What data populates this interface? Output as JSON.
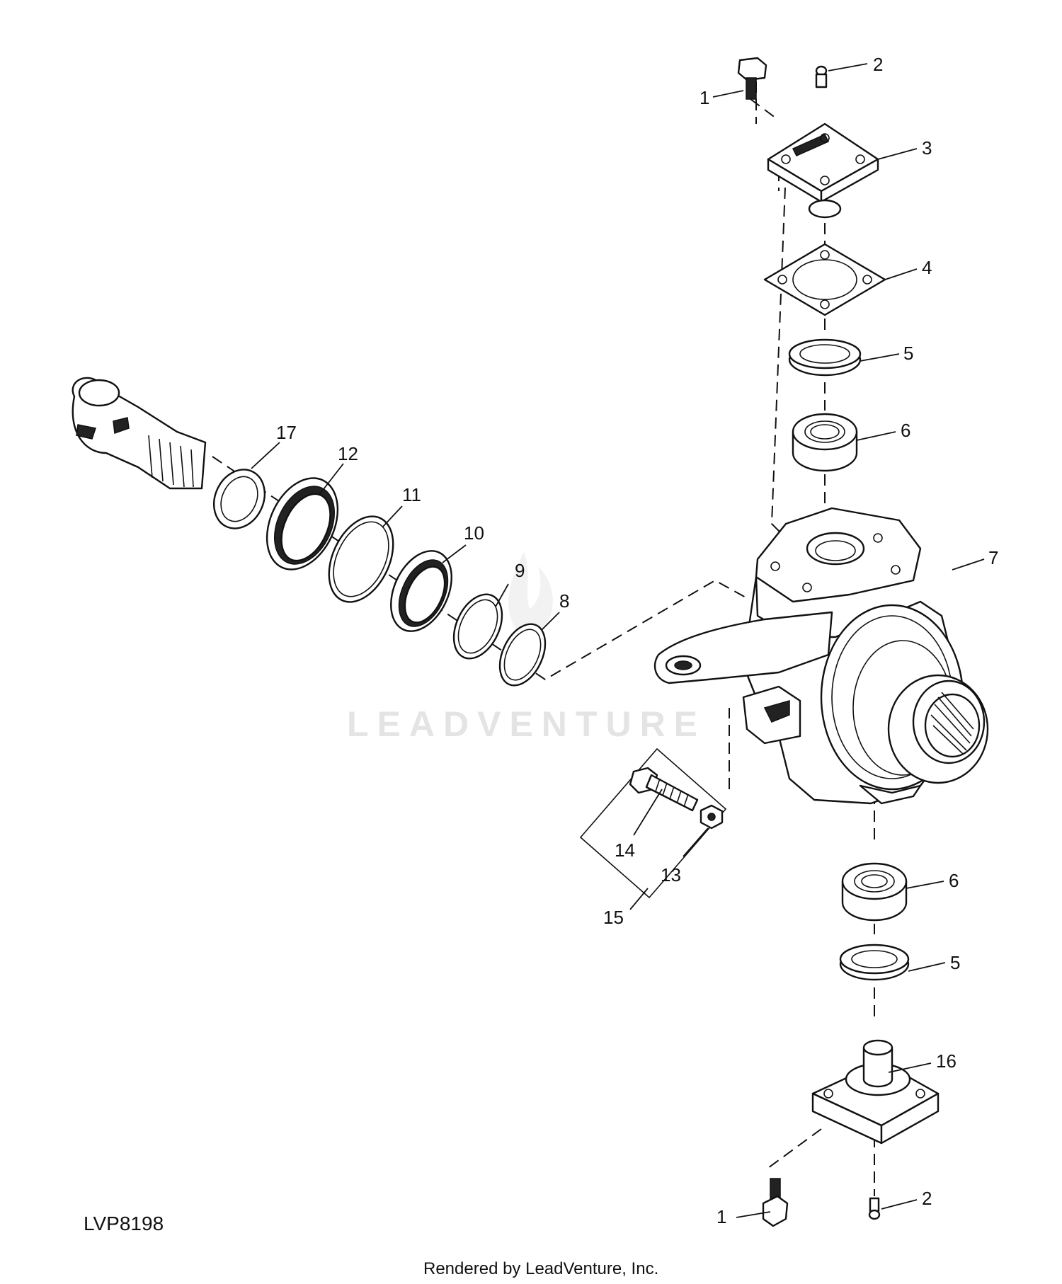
{
  "figure_id": "LVP8198",
  "footer": "Rendered by LeadVenture, Inc.",
  "watermark": "LEADVENTURE",
  "callouts": {
    "c1_top": "1",
    "c2_top": "2",
    "c3": "3",
    "c4": "4",
    "c5_top": "5",
    "c6_top": "6",
    "c7": "7",
    "c8": "8",
    "c9": "9",
    "c10": "10",
    "c11": "11",
    "c12": "12",
    "c17": "17",
    "c14": "14",
    "c13": "13",
    "c15": "15",
    "c6_bottom": "6",
    "c5_bottom": "5",
    "c16": "16",
    "c1_bottom": "1",
    "c2_bottom": "2"
  }
}
